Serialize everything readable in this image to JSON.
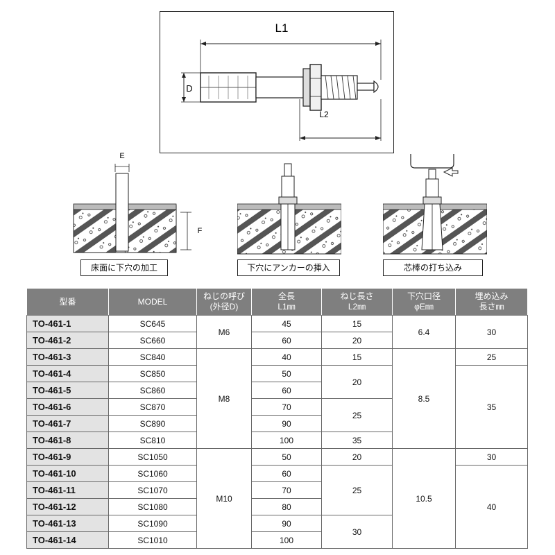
{
  "drawing": {
    "label_l1": "L1",
    "label_l2": "L2",
    "label_d": "D"
  },
  "steps": [
    {
      "caption": "床面に下穴の加工",
      "label_e": "E",
      "label_f": "F"
    },
    {
      "caption": "下穴にアンカーの挿入"
    },
    {
      "caption": "芯棒の打ち込み"
    }
  ],
  "table": {
    "headers": {
      "model_no": "型番",
      "model": "MODEL",
      "thread_line1": "ねじの呼び",
      "thread_line2": "(外径D)",
      "length_line1": "全長",
      "length_line2": "L1㎜",
      "thread_len_line1": "ねじ長さ",
      "thread_len_line2": "L2㎜",
      "hole_line1": "下穴口径",
      "hole_line2": "φE㎜",
      "embed_line1": "埋め込み",
      "embed_line2": "長さ㎜"
    },
    "rows": [
      {
        "no": "TO-461-1",
        "model": "SC645",
        "l1": "45"
      },
      {
        "no": "TO-461-2",
        "model": "SC660",
        "l1": "60"
      },
      {
        "no": "TO-461-3",
        "model": "SC840",
        "l1": "40"
      },
      {
        "no": "TO-461-4",
        "model": "SC850",
        "l1": "50"
      },
      {
        "no": "TO-461-5",
        "model": "SC860",
        "l1": "60"
      },
      {
        "no": "TO-461-6",
        "model": "SC870",
        "l1": "70"
      },
      {
        "no": "TO-461-7",
        "model": "SC890",
        "l1": "90"
      },
      {
        "no": "TO-461-8",
        "model": "SC810",
        "l1": "100"
      },
      {
        "no": "TO-461-9",
        "model": "SC1050",
        "l1": "50"
      },
      {
        "no": "TO-461-10",
        "model": "SC1060",
        "l1": "60"
      },
      {
        "no": "TO-461-11",
        "model": "SC1070",
        "l1": "70"
      },
      {
        "no": "TO-461-12",
        "model": "SC1080",
        "l1": "80"
      },
      {
        "no": "TO-461-13",
        "model": "SC1090",
        "l1": "90"
      },
      {
        "no": "TO-461-14",
        "model": "SC1010",
        "l1": "100"
      }
    ],
    "thread": [
      "M6",
      "M8",
      "M10"
    ],
    "l2": [
      "15",
      "20",
      "15",
      "20",
      "25",
      "35",
      "20",
      "25",
      "30"
    ],
    "hole": [
      "6.4",
      "8.5",
      "10.5"
    ],
    "embed": [
      "30",
      "25",
      "35",
      "30",
      "40"
    ]
  }
}
